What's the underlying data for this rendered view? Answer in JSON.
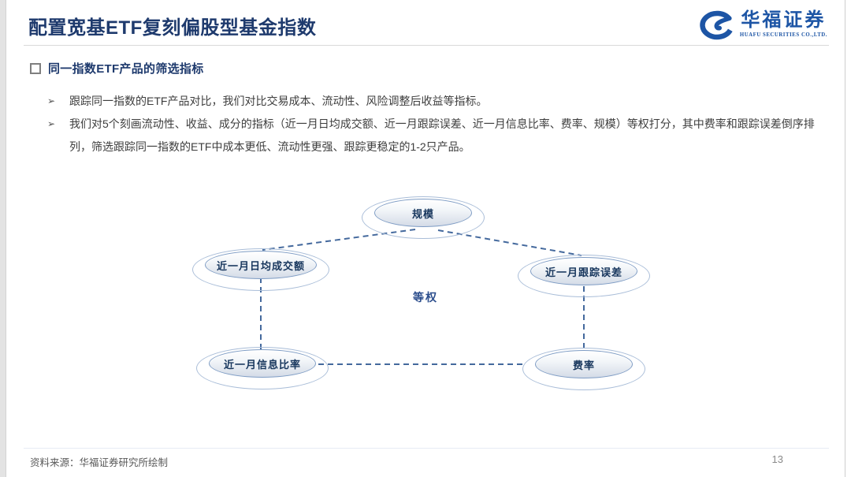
{
  "page": {
    "title": "配置宽基ETF复刻偏股型基金指数",
    "source_note": "资料来源：华福证券研究所绘制",
    "page_number": "13"
  },
  "logo": {
    "name": "华福证券",
    "subtitle": "HUAFU SECURITIES CO.,LTD."
  },
  "section": {
    "heading": "同一指数ETF产品的筛选指标",
    "bullet_marker": "➢",
    "bullets": [
      "跟踪同一指数的ETF产品对比，我们对比交易成本、流动性、风险调整后收益等指标。",
      "我们对5个刻画流动性、收益、成分的指标（近一月日均成交额、近一月跟踪误差、近一月信息比率、费率、规模）等权打分，其中费率和跟踪误差倒序排列，筛选跟踪同一指数的ETF中成本更低、流动性更强、跟踪更稳定的1-2只产品。"
    ]
  },
  "diagram": {
    "center_label": "等权",
    "nodes": [
      {
        "id": "scale",
        "label": "规模"
      },
      {
        "id": "avg-daily-turnover",
        "label": "近一月日均成交额"
      },
      {
        "id": "tracking-error",
        "label": "近一月跟踪误差"
      },
      {
        "id": "information-ratio",
        "label": "近一月信息比率"
      },
      {
        "id": "fee-rate",
        "label": "费率"
      }
    ]
  },
  "colors": {
    "title_navy": "#1e3a6d",
    "logo_blue": "#1d55a5",
    "dash_blue": "#44699d",
    "node_border": "#7e9cc4",
    "node_text": "#17365d"
  }
}
